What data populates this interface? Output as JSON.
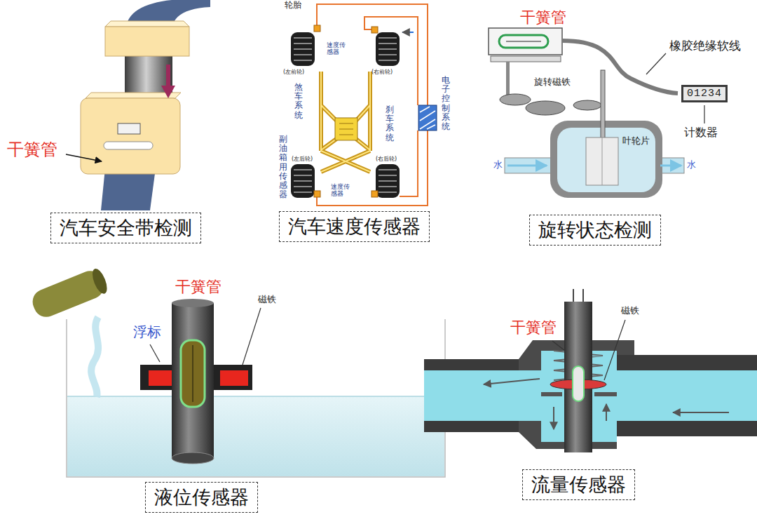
{
  "diagram": {
    "nodes": [
      {
        "text": [
          "01234"
        ]
      },
      {
        "text": [
          "汽车安全带检测"
        ]
      },
      {
        "text": [
          "汽车速度传感器"
        ]
      },
      {
        "text": [
          "旋转状态检测"
        ]
      },
      {
        "text": [
          "液位传感器"
        ]
      },
      {
        "text": [
          "流量传感器"
        ]
      }
    ],
    "labels": [
      "干簧管",
      "轮胎",
      "速度传感器",
      "(左前轮)",
      "(右前轮)",
      "煞车系统",
      "副油箱用传感器",
      "刹车系统",
      "电子控制系统",
      "(左后轮)",
      "(右后轮)",
      "速度传感器",
      "干簧管",
      "橡胶绝缘软线",
      "旋转磁铁",
      "叶轮片",
      "计数器",
      "水",
      "水",
      "浮标",
      "干簧管",
      "磁铁",
      "干簧管",
      "磁铁"
    ]
  }
}
